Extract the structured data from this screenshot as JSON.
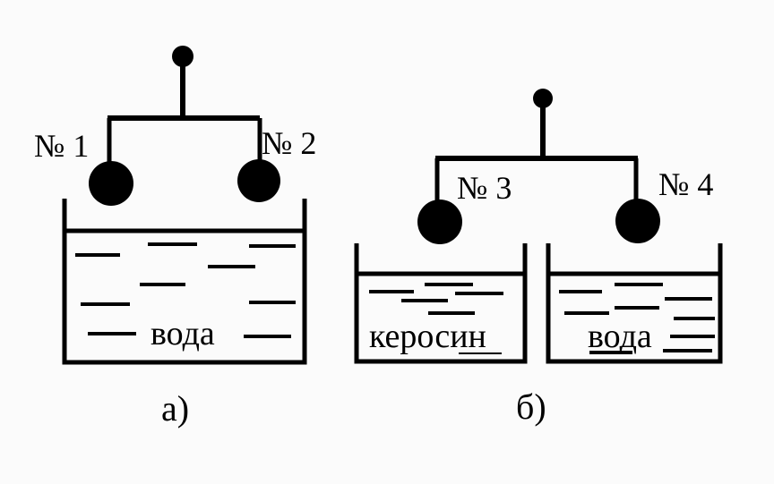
{
  "diagram_a": {
    "ball_left_label": "№ 1",
    "ball_right_label": "№ 2",
    "liquid_label": "вода",
    "caption": "а)"
  },
  "diagram_b": {
    "ball_left_label": "№ 3",
    "ball_right_label": "№ 4",
    "left_liquid_label": "керосин",
    "right_liquid_label": "вода",
    "caption": "б)"
  }
}
